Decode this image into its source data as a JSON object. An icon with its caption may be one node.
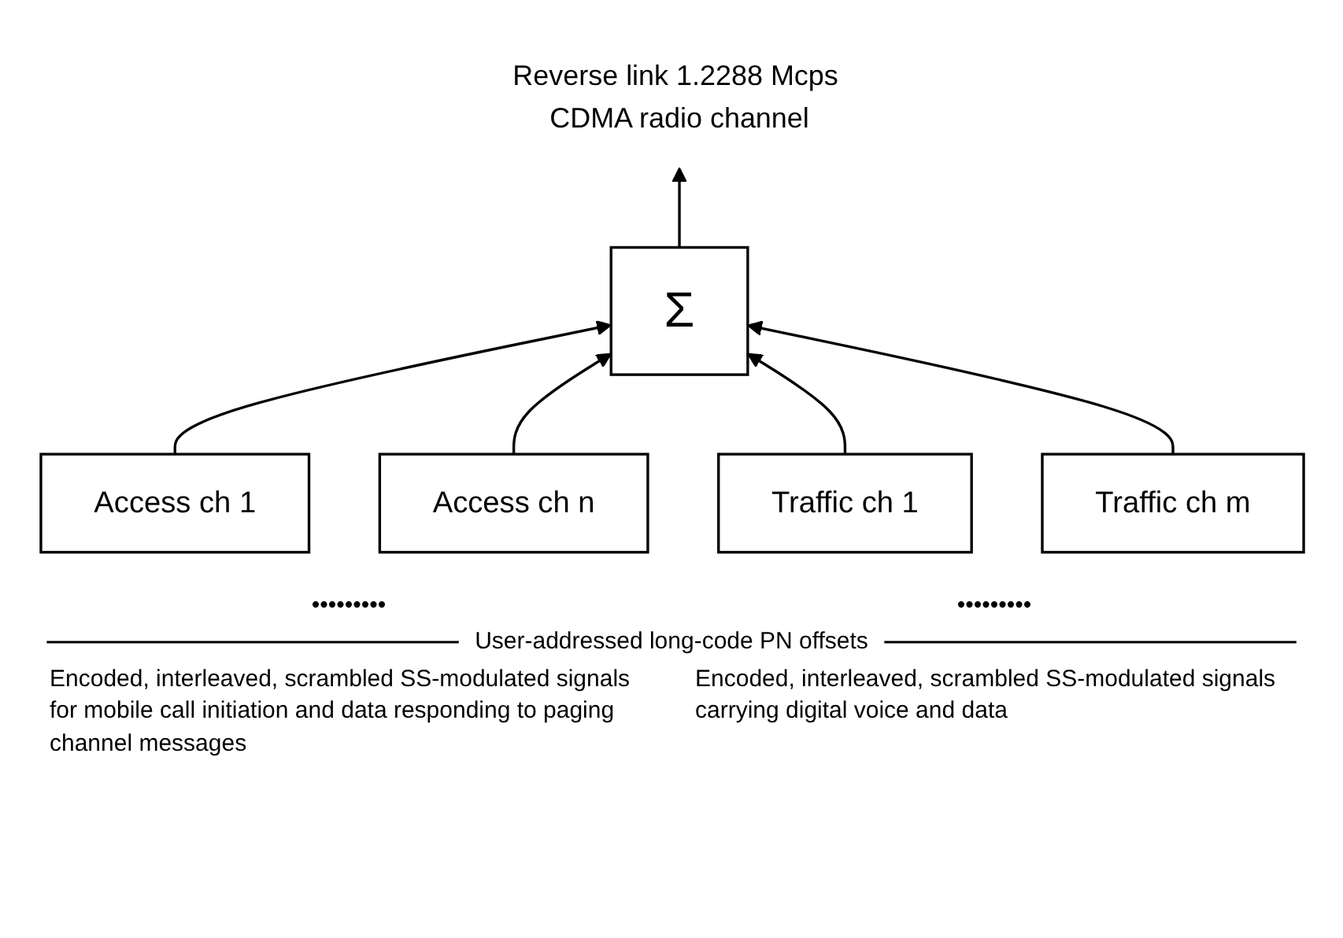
{
  "diagram": {
    "nodes": [
      {
        "text": [
          "Reverse link 1.2288 Mcps CDMA radio channel"
        ]
      },
      {
        "text": [
          "Σ"
        ]
      },
      {
        "text": [
          "Access ch 1"
        ]
      },
      {
        "text": [
          "Access ch n"
        ]
      },
      {
        "text": [
          "Traffic ch 1"
        ]
      },
      {
        "text": [
          "Traffic ch m"
        ]
      }
    ],
    "edges": [
      {
        "from": 1,
        "to": 0,
        "arrow": "to"
      },
      {
        "from": 2,
        "to": 1,
        "arrow": "to"
      },
      {
        "from": 3,
        "to": 1,
        "arrow": "to"
      },
      {
        "from": 4,
        "to": 1,
        "arrow": "to"
      },
      {
        "from": 5,
        "to": 1,
        "arrow": "to"
      }
    ],
    "labels": [
      "•••••••••",
      "•••••••••",
      "User-addressed long-code PN offsets",
      "Encoded, interleaved, scrambled SS-modulated signals for mobile call initiation and data responding to paging channel messages",
      "Encoded, interleaved, scrambled SS-modulated signals carrying digital voice and data"
    ]
  }
}
